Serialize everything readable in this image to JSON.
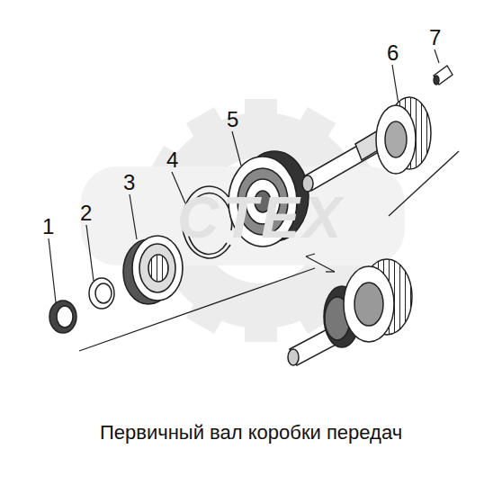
{
  "diagram": {
    "caption": "Первичный вал коробки передач",
    "labels": [
      "1",
      "2",
      "3",
      "4",
      "5",
      "6",
      "7",
      "CTEX"
    ]
  }
}
